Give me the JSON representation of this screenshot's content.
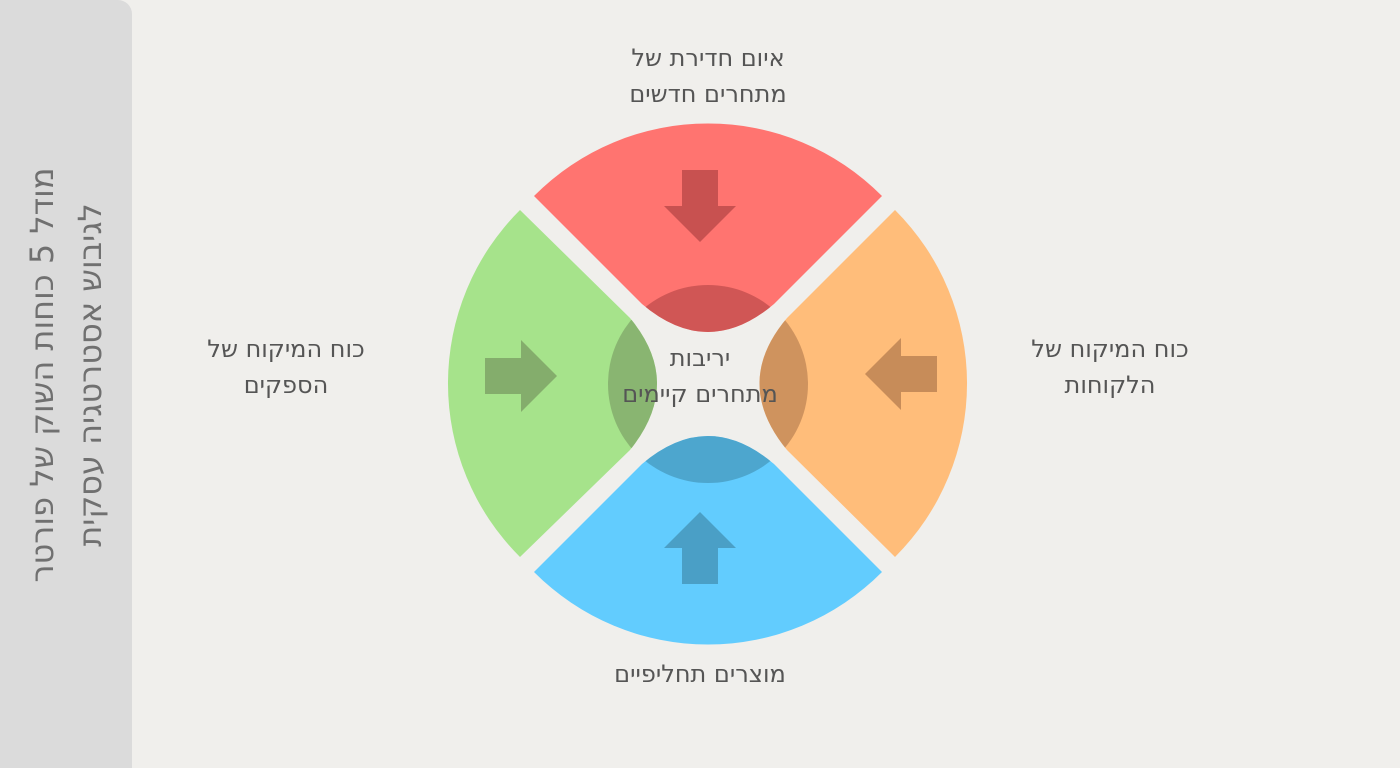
{
  "sidebar": {
    "title": "מודל 5  כוחות השוק של פורטר\nלגיבוש אסטרטגיה עסקית"
  },
  "forces": {
    "top": {
      "label": "איום חדירת של\nמתחרים חדשים",
      "color": "#ff7470",
      "arrow_color": "#c85150",
      "arrow_direction": "down-arrow"
    },
    "right": {
      "label": "כוח המיקוח של\nהלקוחות",
      "color": "#ffbd7a",
      "arrow_color": "#c78c59",
      "arrow_direction": "left-arrow"
    },
    "left": {
      "label": "כוח המיקוח של\nהספקים",
      "color": "#a6e38b",
      "arrow_color": "#84ad6c",
      "arrow_direction": "right-arrow"
    },
    "bottom": {
      "label": "מוצרים תחליפיים",
      "color": "#62ccfe",
      "arrow_color": "#4a9fc6",
      "arrow_direction": "up-arrow"
    },
    "center": {
      "label": "יריבות\nמתחרים קיימים"
    }
  }
}
